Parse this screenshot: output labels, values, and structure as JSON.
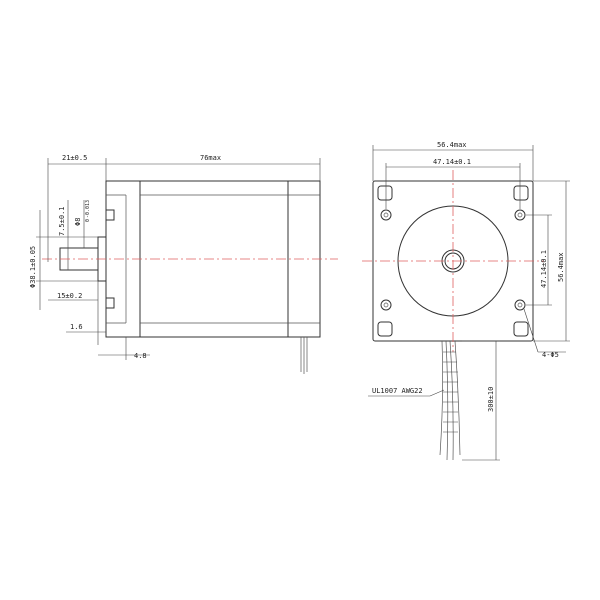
{
  "side_view": {
    "dim_front_length": "21±0.5",
    "dim_body_length": "76max",
    "dim_flat_width": "7.5±0.1",
    "dim_shaft_dia": "Φ8",
    "dim_shaft_tol": "-0.013",
    "dim_shaft_tol_top": "0",
    "dim_boss_dia": "Φ38.1±0.05",
    "dim_flat_length": "15±0.2",
    "dim_boss_height": "1.6",
    "dim_flange_thickness": "4.8"
  },
  "front_view": {
    "dim_overall_width": "56.4max",
    "dim_hole_spacing_h": "47.14±0.1",
    "dim_hole_spacing_v": "47.14±0.1",
    "dim_overall_height": "56.4max",
    "dim_holes": "4-Φ5",
    "dim_cable_length": "300±10",
    "cable_label": "UL1007 AWG22"
  }
}
